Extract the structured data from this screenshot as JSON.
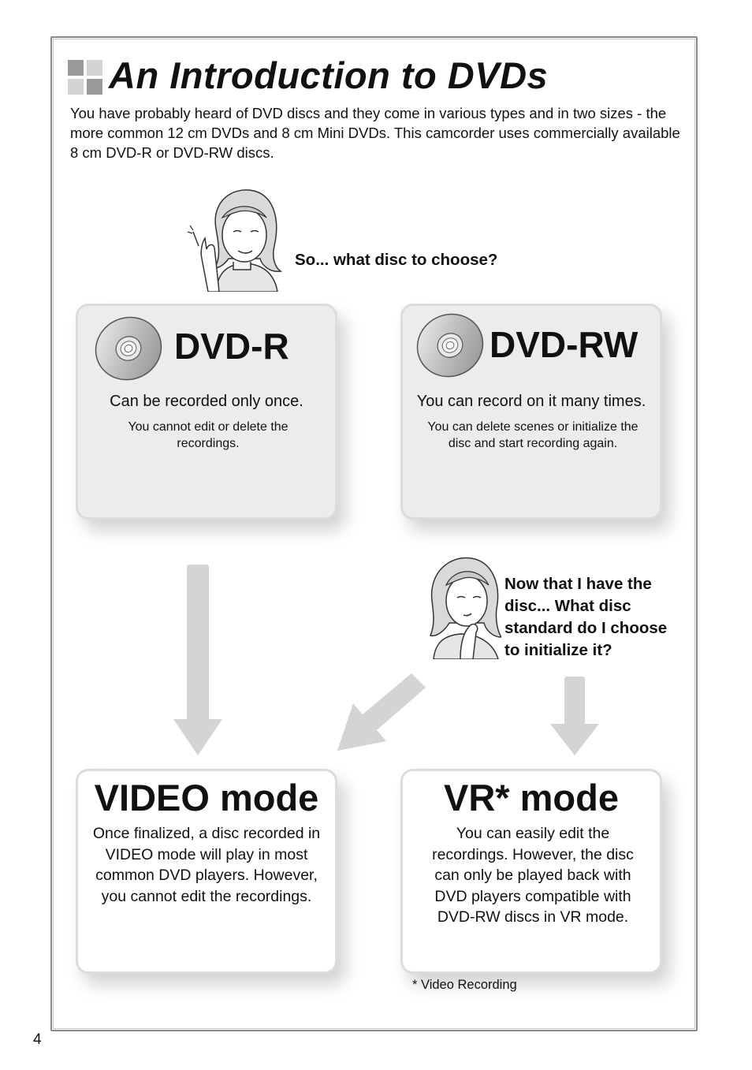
{
  "header": {
    "title": "An Introduction to DVDs",
    "intro": "You have probably heard of DVD discs and they come in various types and in two sizes - the more common 12 cm DVDs and 8 cm Mini DVDs. This camcorder uses commercially available 8 cm DVD-R or DVD-RW discs."
  },
  "questions": {
    "first": "So... what disc to choose?",
    "second": "Now that I have the disc... What disc standard do I choose to initialize it?"
  },
  "discs": {
    "dvd_r": {
      "title": "DVD-R",
      "main": "Can be recorded only once.",
      "sub": "You cannot edit or delete the recordings.",
      "icon": "disc-icon"
    },
    "dvd_rw": {
      "title": "DVD-RW",
      "main": "You can record on it many times.",
      "sub": "You can delete scenes or initialize the disc and start recording again.",
      "icon": "disc-icon"
    }
  },
  "modes": {
    "video": {
      "title": "VIDEO mode",
      "desc": "Once finalized, a disc recorded in VIDEO mode will play in most common DVD players. However, you cannot edit the recordings."
    },
    "vr": {
      "title": "VR* mode",
      "desc": "You can easily edit the recordings. However, the disc can only be played back with DVD players compatible with DVD-RW discs in VR mode."
    }
  },
  "footnote": "* Video Recording",
  "page_number": "4",
  "colors": {
    "card_grey": "#ececec",
    "card_border": "#dcdcdc",
    "arrow": "#d4d4d4",
    "title_icon_dark": "#9a9a9a",
    "title_icon_light": "#cfcfcf"
  }
}
